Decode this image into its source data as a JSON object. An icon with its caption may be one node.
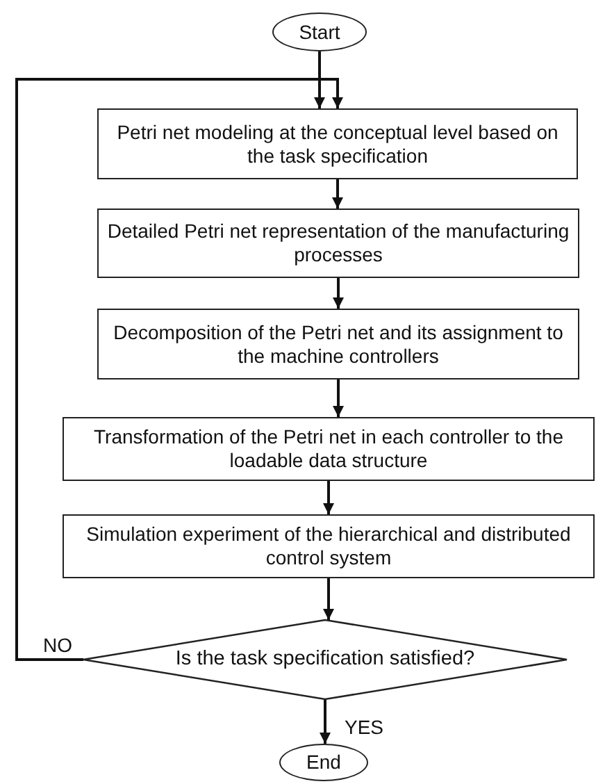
{
  "diagram": {
    "nodes": [
      {
        "text": [
          "Start"
        ]
      },
      {
        "text": [
          "Petri net modeling at the conceptual level based on the task specification"
        ]
      },
      {
        "text": [
          "Detailed Petri net representation of the manufacturing processes"
        ]
      },
      {
        "text": [
          "Decomposition of the Petri net and its assignment to the machine controllers"
        ]
      },
      {
        "text": [
          "Transformation of the Petri net in each controller to the loadable data structure"
        ]
      },
      {
        "text": [
          "Simulation experiment of the hierarchical and distributed control system"
        ]
      },
      {
        "text": [
          "Is the task specification satisfied?"
        ]
      },
      {
        "text": [
          "End"
        ]
      }
    ],
    "edges": [
      {
        "from": 0,
        "to": 1,
        "arrow": "to"
      },
      {
        "from": 1,
        "to": 2,
        "arrow": "to"
      },
      {
        "from": 2,
        "to": 3,
        "arrow": "to"
      },
      {
        "from": 3,
        "to": 4,
        "arrow": "to"
      },
      {
        "from": 4,
        "to": 5,
        "arrow": "to"
      },
      {
        "from": 5,
        "to": 6,
        "arrow": "to"
      },
      {
        "from": 6,
        "to": 1,
        "label": "NO",
        "arrow": "to"
      },
      {
        "from": 6,
        "to": 7,
        "label": "YES",
        "arrow": "to"
      }
    ]
  }
}
